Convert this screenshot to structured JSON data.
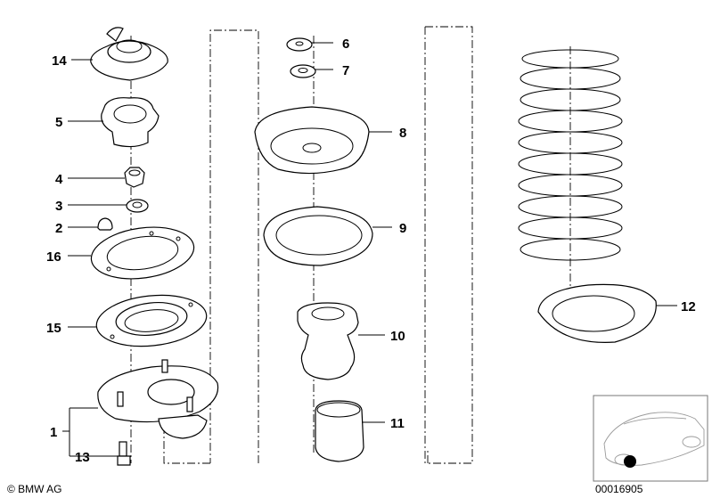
{
  "diagram": {
    "callouts": {
      "c1": "1",
      "c2": "2",
      "c3": "3",
      "c4": "4",
      "c5": "5",
      "c6": "6",
      "c7": "7",
      "c8": "8",
      "c9": "9",
      "c10": "10",
      "c11": "11",
      "c12": "12",
      "c13": "13",
      "c14": "14",
      "c15": "15",
      "c16": "16"
    },
    "brand_label": "© BMW AG",
    "drawing_number": "00016905",
    "marker_color": "#000000"
  }
}
